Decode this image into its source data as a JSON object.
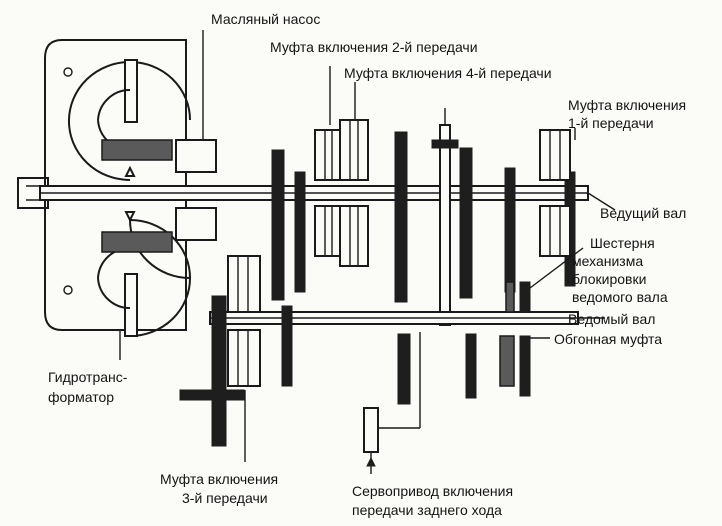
{
  "labels": {
    "oil_pump": "Масляный насос",
    "clutch2": "Муфта включения 2-й передачи",
    "clutch4": "Муфта включения 4-й передачи",
    "clutch1_l1": "Муфта включения",
    "clutch1_l2": "1-й передачи",
    "drive_shaft": "Ведущий вал",
    "lock_gear_l1": "Шестерня",
    "lock_gear_l2": "механизма",
    "lock_gear_l3": "блокировки",
    "lock_gear_l4": "ведомого вала",
    "driven_shaft": "Ведомый вал",
    "overrun": "Обгонная муфта",
    "converter_l1": "Гидротранс-",
    "converter_l2": "форматор",
    "clutch3_l1": "Муфта включения",
    "clutch3_l2": "3-й передачи",
    "servo_l1": "Сервопривод включения",
    "servo_l2": "передачи заднего хода"
  },
  "colors": {
    "ink": "#1a1a1a",
    "paper": "#fbfbf8"
  }
}
